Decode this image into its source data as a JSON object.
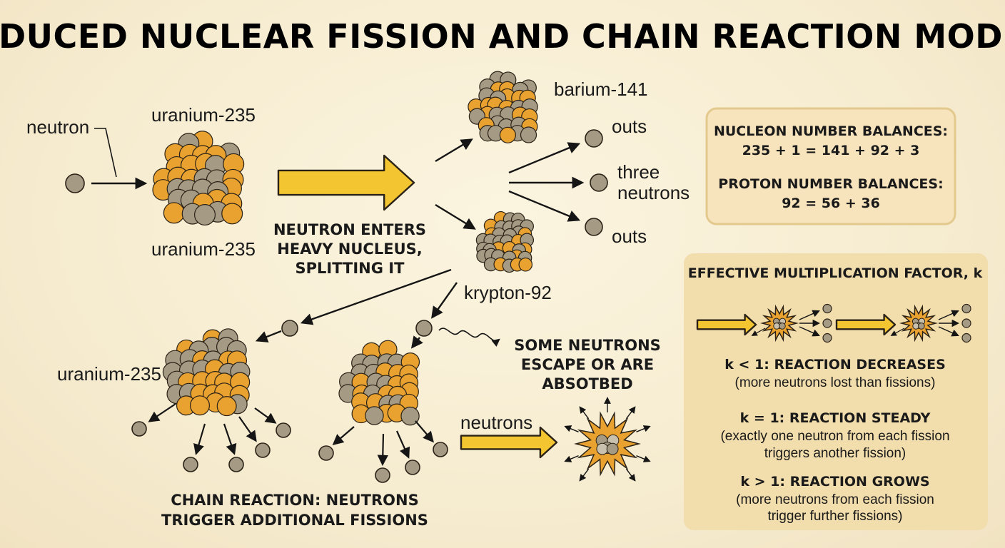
{
  "title": "INDUCED NUCLEAR FISSION AND CHAIN REACTION MODEL",
  "labels": {
    "neutron": "neutron",
    "u235_top": "uranium-235",
    "u235_bottom": "uranium-235",
    "u235_chain": "uranium-235",
    "barium": "barium-141",
    "krypton": "krypton-92",
    "outs_top": "outs",
    "outs_bottom": "outs",
    "three_neutrons_1": "three",
    "three_neutrons_2": "neutrons",
    "neutrons_arrow": "neutrons"
  },
  "captions": {
    "enters": [
      "NEUTRON ENTERS",
      "HEAVY NUCLEUS,",
      "SPLITTING IT"
    ],
    "escape": [
      "SOME NEUTRONS",
      "ESCAPE OR ARE",
      "ABSOTBED"
    ],
    "chain": [
      "CHAIN REACTION: NEUTRONS",
      "TRIGGER ADDITIONAL FISSIONS"
    ]
  },
  "balance_box": {
    "nucleon_heading": "NUCLEON NUMBER BALANCES:",
    "nucleon_equation": "235 + 1 = 141 + 92 + 3",
    "proton_heading": "PROTON NUMBER BALANCES:",
    "proton_equation": "92 = 56 + 36"
  },
  "k_box": {
    "heading": "EFFECTIVE MULTIPLICATION FACTOR, k",
    "cases": [
      {
        "heading": "k < 1: REACTION DECREASES",
        "lines": [
          "(more neutrons lost than fissions)"
        ]
      },
      {
        "heading": "k = 1: REACTION STEADY",
        "lines": [
          "(exactly one neutron from each fission",
          "triggers another fission)"
        ]
      },
      {
        "heading": "k > 1: REACTION GROWS",
        "lines": [
          "(more neutrons from each fission",
          "trigger further fissions)"
        ]
      }
    ]
  },
  "colors": {
    "proton": "#e9a22f",
    "neutron": "#a59a83",
    "arrow_fill": "#f3c530",
    "box_fill": "#f7e4bd",
    "box_stroke": "#e3c98e",
    "k_box_fill": "#f2ddac"
  }
}
